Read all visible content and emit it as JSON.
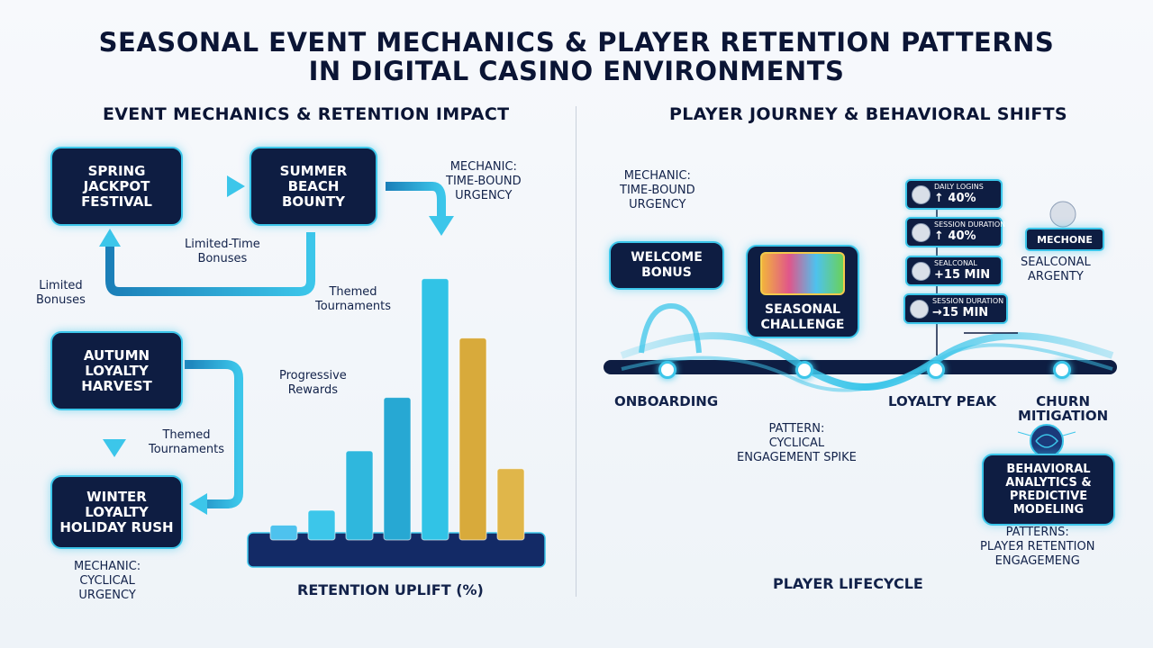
{
  "title": {
    "line1": "SEASONAL EVENT MECHANICS & PLAYER RETENTION PATTERNS",
    "line2": "IN DIGITAL CASINO ENVIRONMENTS"
  },
  "left": {
    "heading": "EVENT MECHANICS & RETENTION IMPACT",
    "cards": {
      "spring": [
        "SPRING",
        "JACKPOT",
        "FESTIVAL"
      ],
      "summer": [
        "SUMMER",
        "BEACH",
        "BOUNTY"
      ],
      "autumn": [
        "AUTUMN",
        "LOYALTY",
        "HARVEST"
      ],
      "winter": [
        "WINTER",
        "LOYALTY",
        "HOLIDAY RUSH"
      ]
    },
    "labels": {
      "limited_time": [
        "Limited-Time",
        "Bonuses"
      ],
      "limited": [
        "Limited",
        "Bonuses"
      ],
      "themed_1": [
        "Themed",
        "Tournaments"
      ],
      "themed_2": [
        "Themed",
        "Tournaments"
      ],
      "progressive": [
        "Progressive",
        "Rewards"
      ],
      "mech_top": [
        "MECHANIC:",
        "TIME-BOUND",
        "URGENCY"
      ],
      "mech_bottom": [
        "MECHANIC:",
        "CYCLICAL",
        "URGENCY"
      ]
    },
    "retention_label": "RETENTION UPLIFT (%)"
  },
  "chart_data": {
    "type": "bar",
    "title": "",
    "xlabel": "RETENTION UPLIFT (%)",
    "ylabel": "",
    "categories": [
      "",
      "",
      "",
      "",
      "",
      "",
      "",
      ""
    ],
    "values": [
      5,
      10,
      30,
      48,
      88,
      68,
      24,
      0
    ],
    "colors": [
      "#4ec2ee",
      "#3cc6ea",
      "#2fb7dd",
      "#27a8d3",
      "#31c3e6",
      "#d8aa3b",
      "#e0b64a",
      "#e0b64a"
    ],
    "ylim": [
      0,
      100
    ],
    "grid": false
  },
  "right": {
    "heading": "PLAYER JOURNEY & BEHAVIORAL SHIFTS",
    "mech": [
      "MECHANIC:",
      "TIME-BOUND",
      "URGENCY"
    ],
    "welcome": [
      "WELCOME",
      "BONUS"
    ],
    "seasonal": [
      "SEASONAL",
      "CHALLENGE"
    ],
    "stats": [
      {
        "label": "DAILY LOGINS",
        "value": "↑ 40%"
      },
      {
        "label": "SESSION DURATION",
        "value": "↑ 40%"
      },
      {
        "label": "SEALCONAL",
        "value": "+15 MIN"
      },
      {
        "label": "SESSION DURATION",
        "value": "→15 MIN"
      }
    ],
    "mechone": "MECHONE",
    "sealconal": [
      "SEALCONAL",
      "ARGENTY"
    ],
    "stages": {
      "onboarding": "ONBOARDING",
      "loyalty": "LOYALTY PEAK",
      "churn": [
        "CHURN",
        "MITIGATION"
      ]
    },
    "pattern": [
      "PATTERN:",
      "CYCLICAL",
      "ENGAGEMENT SPIKE"
    ],
    "behavioral": [
      "BEHAVIORAL",
      "ANALYTICS &",
      "PREDICTIVE",
      "MODELING"
    ],
    "patterns2": [
      "PATTERNS:",
      "PLAYEЯ RETENTION",
      "ENGAGEMENG"
    ],
    "lifecycle": "PLAYER LIFECYCLE"
  }
}
